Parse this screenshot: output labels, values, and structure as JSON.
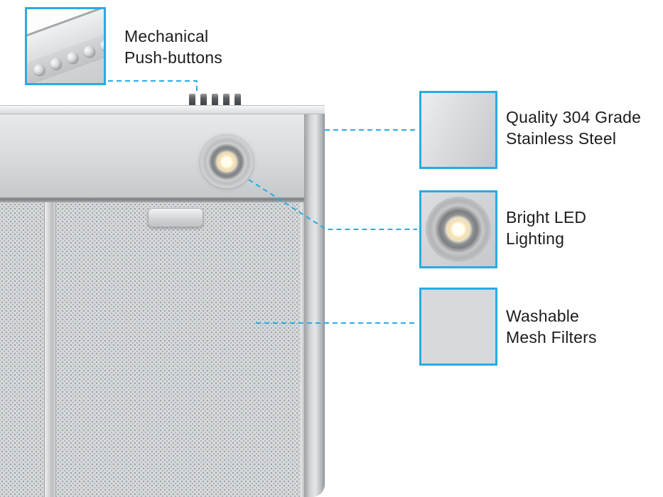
{
  "accent_color": "#29abe2",
  "callouts": {
    "push_buttons": {
      "lines": [
        "Mechanical",
        "Push-buttons"
      ]
    },
    "stainless": {
      "lines": [
        "Quality 304 Grade",
        "Stainless Steel"
      ]
    },
    "led": {
      "lines": [
        "Bright LED",
        "Lighting"
      ]
    },
    "mesh": {
      "lines": [
        "Washable",
        "Mesh Filters"
      ]
    }
  }
}
